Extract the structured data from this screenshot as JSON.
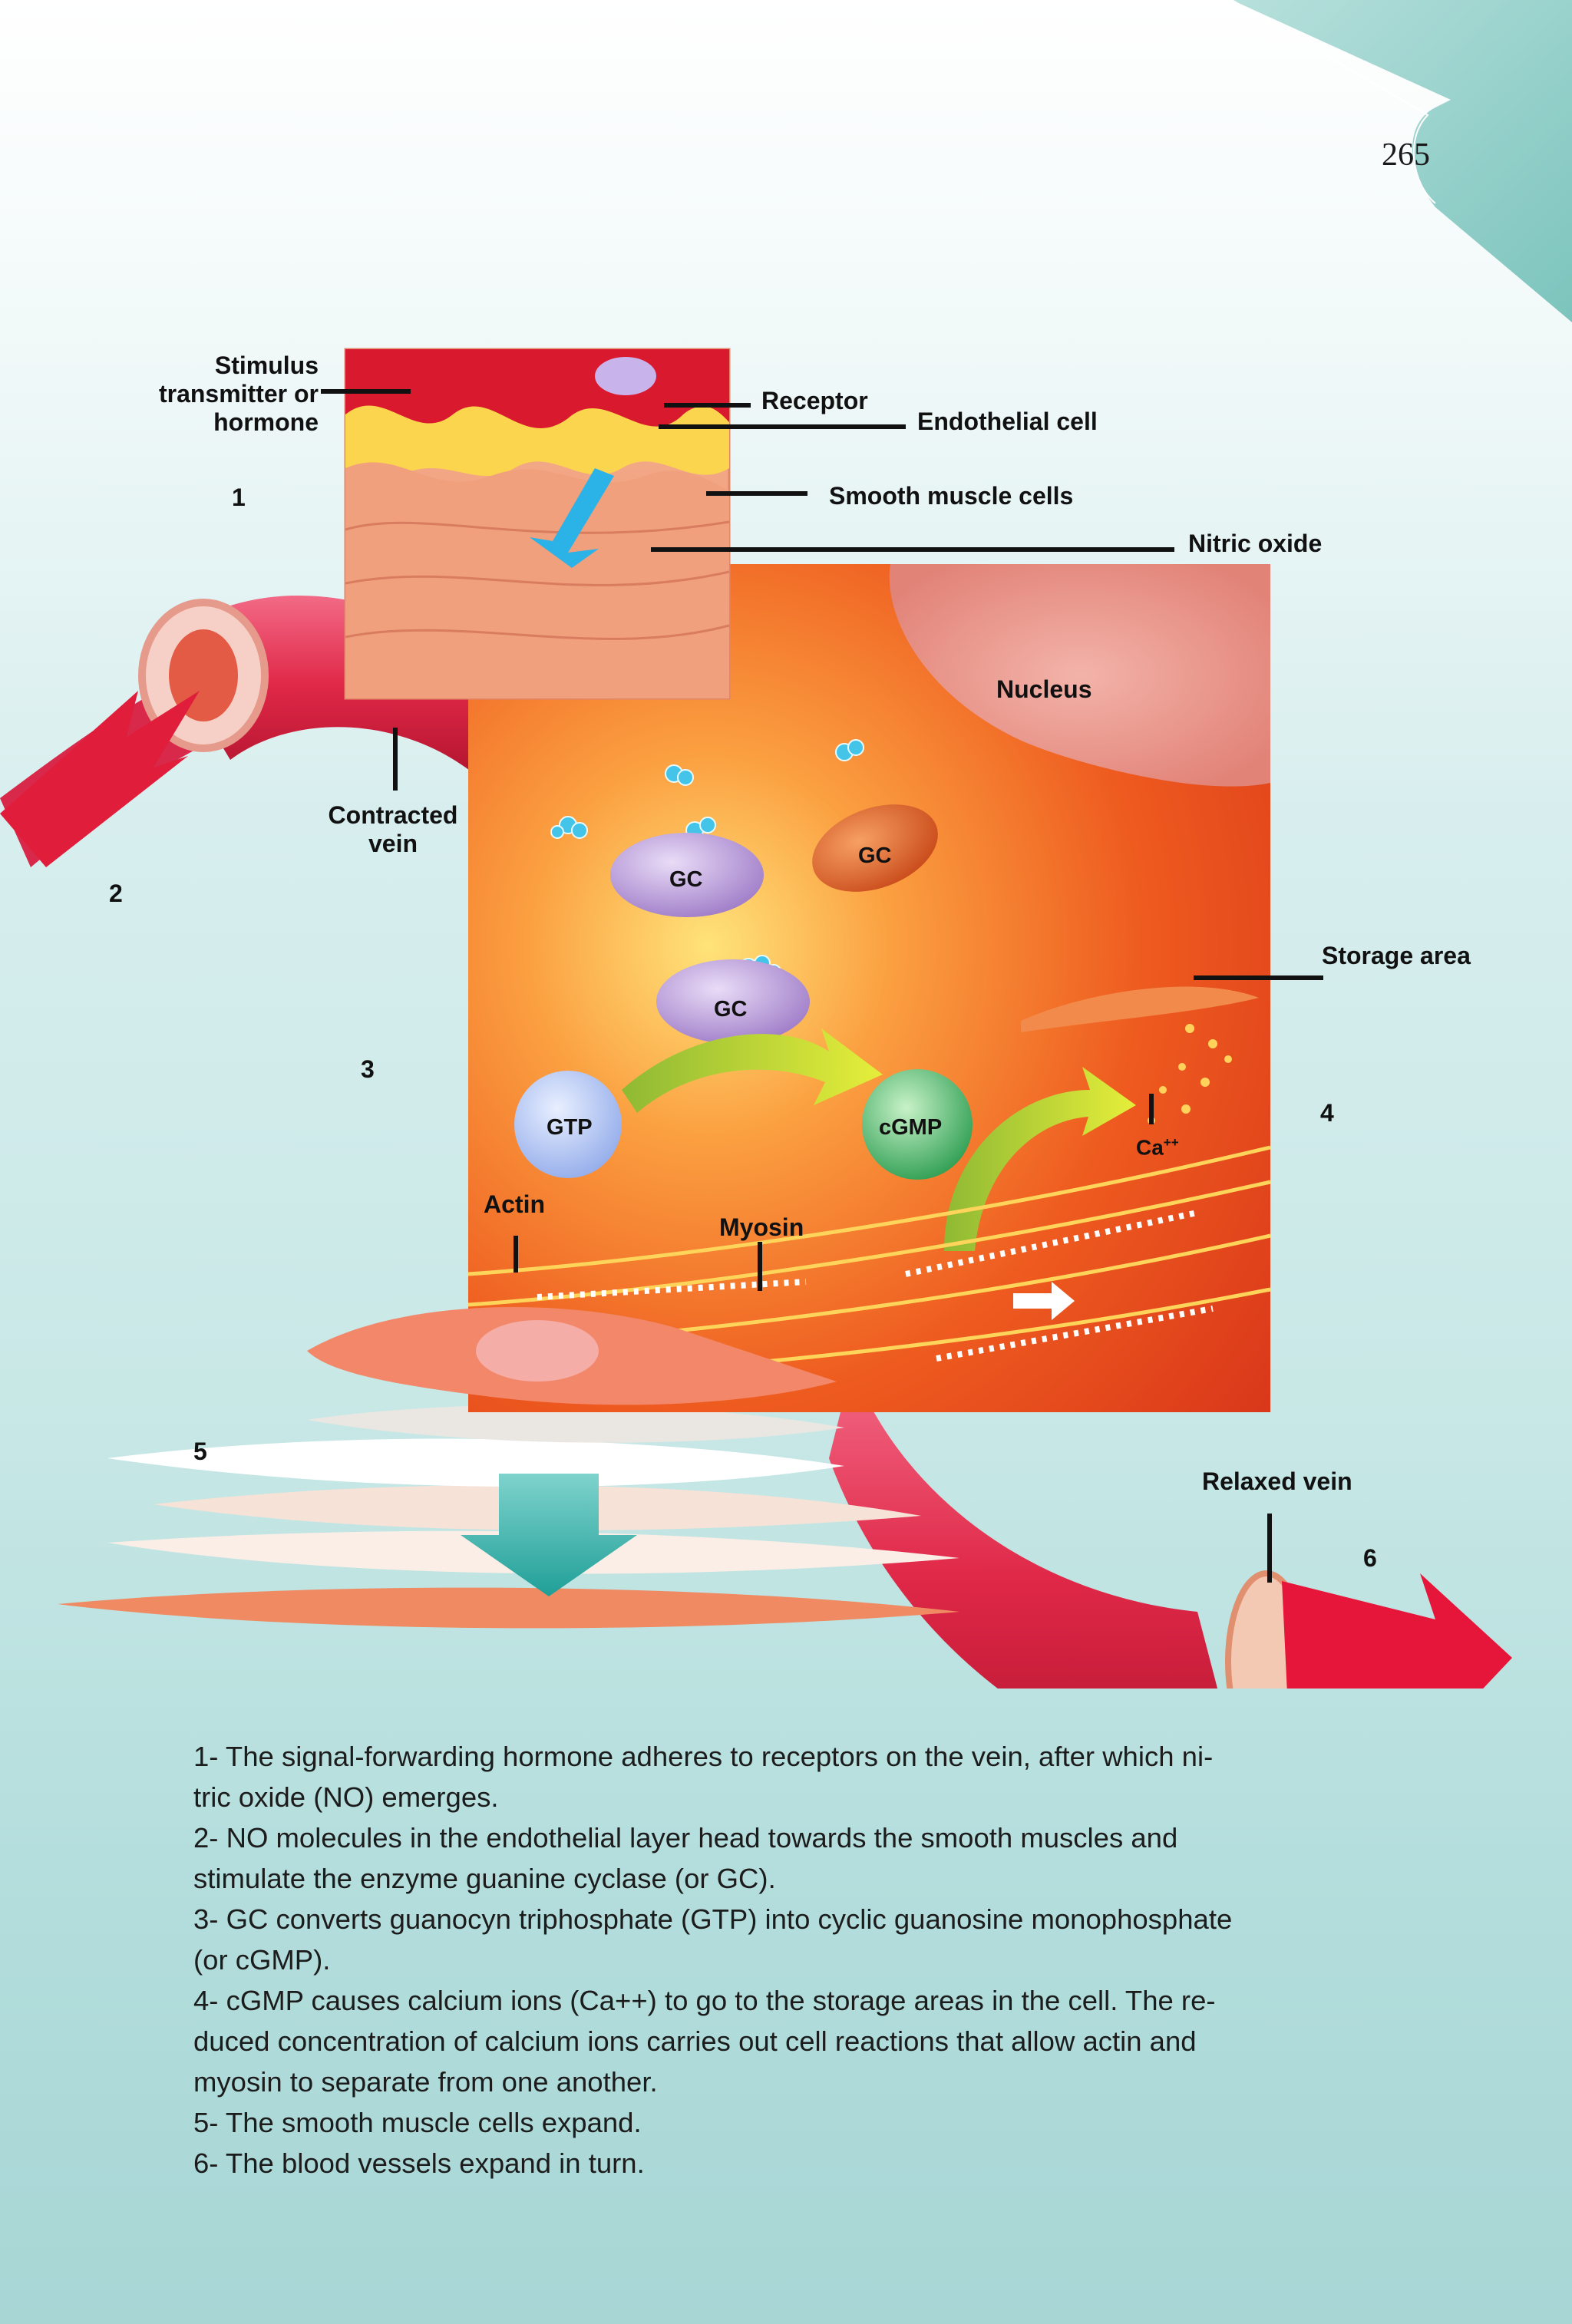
{
  "page": {
    "number": "265"
  },
  "labels": {
    "stimulus": [
      "Stimulus",
      "transmitter or",
      "hormone"
    ],
    "receptor": "Receptor",
    "endothelial_cell": "Endothelial cell",
    "smooth_muscle_cells": "Smooth muscle cells",
    "nitric_oxide": "Nitric oxide",
    "nucleus": "Nucleus",
    "contracted_vein": [
      "Contracted",
      "vein"
    ],
    "gc": "GC",
    "storage_area": "Storage area",
    "gtp": "GTP",
    "cgmp": "cGMP",
    "calcium": "Ca",
    "calcium_charge": "++",
    "actin": "Actin",
    "myosin": "Myosin",
    "relaxed_vein": "Relaxed vein"
  },
  "step_numbers": [
    "1",
    "2",
    "3",
    "4",
    "5",
    "6"
  ],
  "caption": [
    "1- The signal-forwarding hormone adheres to receptors on the vein, after which ni-",
    "tric oxide (NO) emerges.",
    "2- NO molecules in the endothelial layer head towards the smooth muscles and",
    "stimulate the enzyme guanine cyclase (or GC).",
    "3- GC converts guanocyn triphosphate (GTP) into cyclic guanosine monophosphate",
    "(or cGMP).",
    "4- cGMP causes calcium ions (Ca++) to go to the storage areas in the cell. The re-",
    "duced concentration of calcium ions carries out cell reactions that allow actin and",
    "myosin to separate from one another.",
    "5- The smooth muscle cells expand.",
    "6- The blood vessels expand in turn."
  ],
  "colors": {
    "teal_accent": "#8fd0ca",
    "vein_red": "#d8203a",
    "cell_orange": "#e8521c",
    "gc_purple": "#b79ad8",
    "gtp_blue": "#a9bff0",
    "cgmp_green": "#4cc06c"
  }
}
